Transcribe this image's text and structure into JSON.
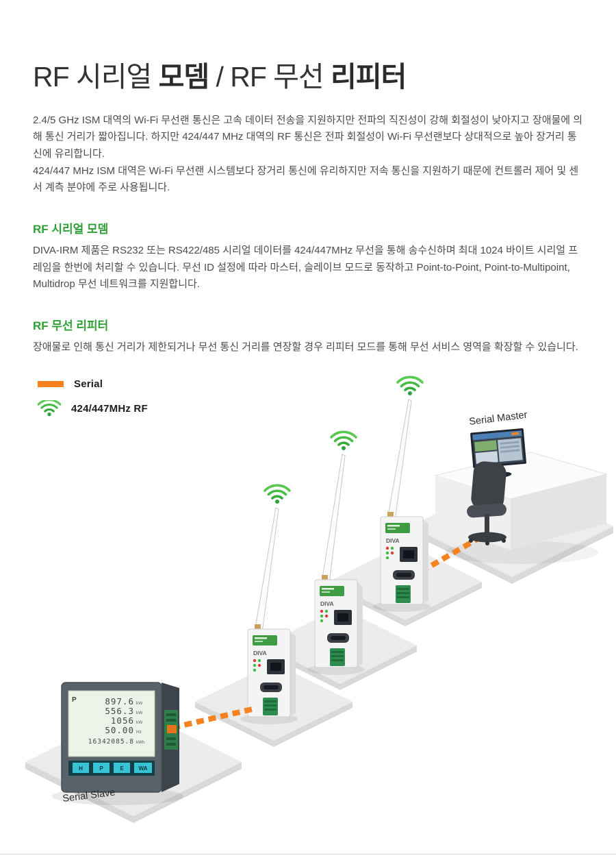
{
  "title": {
    "parts": [
      {
        "text": "RF 시리얼 ",
        "bold": false
      },
      {
        "text": "모뎀",
        "bold": true
      },
      {
        "text": " / RF 무선 ",
        "bold": false
      },
      {
        "text": "리피터",
        "bold": true
      }
    ]
  },
  "intro": {
    "p1": "2.4/5 GHz ISM 대역의 Wi-Fi 무선랜 통신은 고속 데이터 전송을 지원하지만 전파의 직진성이 강해 회절성이 낮아지고 장애물에 의해 통신 거리가 짧아집니다. 하지만 424/447 MHz 대역의 RF 통신은 전파 회절성이 Wi-Fi 무선랜보다 상대적으로 높아 장거리 통신에 유리합니다.",
    "p2": "424/447 MHz ISM 대역은 Wi-Fi 무선랜 시스템보다 장거리 통신에 유리하지만 저속 통신을 지원하기 때문에 컨트롤러 제어 및 센서 계측 분야에 주로 사용됩니다."
  },
  "sections": [
    {
      "heading": "RF 시리얼 모뎀",
      "body": "DIVA-IRM 제품은 RS232 또는 RS422/485 시리얼 데이터를 424/447MHz 무선을 통해 송수신하며 최대 1024 바이트 시리얼 프레임을 한번에 처리할 수 있습니다. 무선 ID 설정에 따라 마스터, 슬레이브 모드로 동작하고 Point-to-Point, Point-to-Multipoint, Multidrop 무선 네트워크를 지원합니다."
    },
    {
      "heading": "RF 무선 리피터",
      "body": "장애물로 인해 통신 거리가 제한되거나 무선 통신 거리를 연장할 경우 리피터 모드를 통해 무선 서비스 영역을 확장할 수 있습니다."
    }
  ],
  "legend": {
    "serial_label": "Serial",
    "rf_label": "424/447MHz RF"
  },
  "diagram": {
    "master_label": "Serial Master",
    "slave_label": "Serial Slave",
    "device_label": "DIVA",
    "meter": {
      "mode_label": "P",
      "lines": [
        {
          "value": "897.6",
          "unit": "kW"
        },
        {
          "value": "556.3",
          "unit": "kW"
        },
        {
          "value": "1056",
          "unit": "kW"
        },
        {
          "value": "50.00",
          "unit": "Hz"
        },
        {
          "value": "16342085.8",
          "unit": "kWh"
        }
      ],
      "buttons": [
        "H",
        "P",
        "E",
        "WA"
      ]
    }
  },
  "colors": {
    "accent_green": "#2fa036",
    "accent_orange": "#f5821f",
    "wifi_green": "#3cbb3c"
  }
}
